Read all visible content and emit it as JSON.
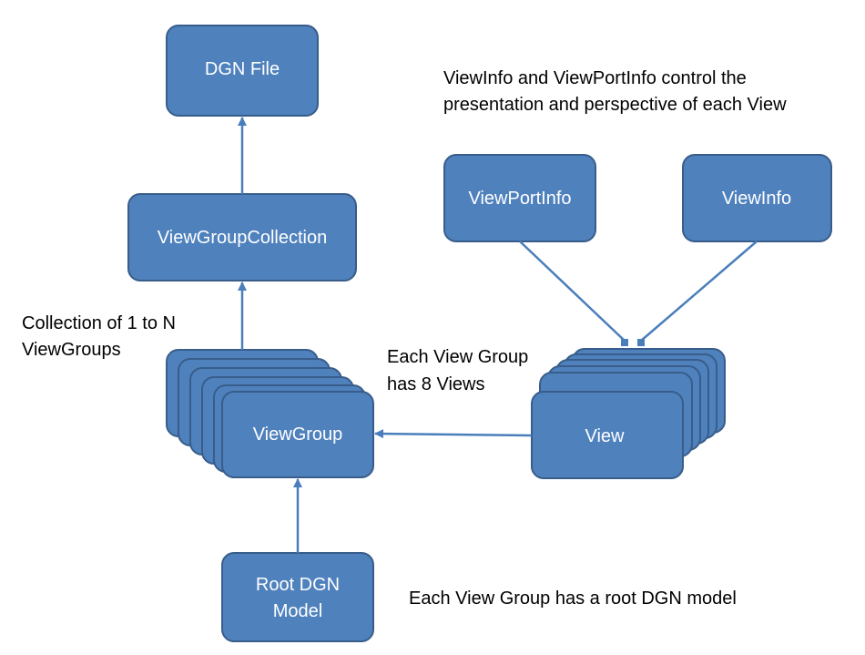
{
  "colors": {
    "box_fill": "#4f81bd",
    "box_stroke": "#385d8a",
    "connector": "#4a7ebb",
    "box_text": "#ffffff",
    "note_text": "#000000"
  },
  "nodes": {
    "dgn_file": "DGN File",
    "view_group_collection": "ViewGroupCollection",
    "view_group": "ViewGroup",
    "root_dgn_model_line1": "Root DGN",
    "root_dgn_model_line2": "Model",
    "view": "View",
    "viewport_info": "ViewPortInfo",
    "view_info": "ViewInfo"
  },
  "notes": {
    "view_info_note_line1": "ViewInfo and ViewPortInfo control the",
    "view_info_note_line2": "presentation and perspective of each View",
    "collection_note_line1": "Collection of 1 to N",
    "collection_note_line2": "ViewGroups",
    "views_note_line1": "Each View Group",
    "views_note_line2": "has 8 Views",
    "root_model_note": "Each View Group has a root DGN model"
  }
}
